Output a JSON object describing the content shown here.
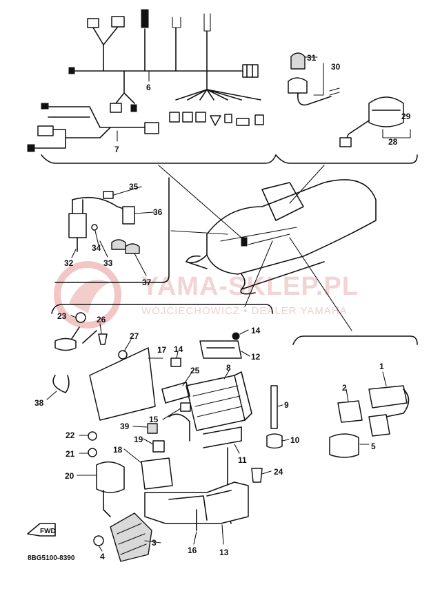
{
  "watermark": {
    "main": "YAMA-SKLEP.PL",
    "sub": "WOJCIECHOWICZ • DEALER YAMAHA",
    "color": "#e9a9a9"
  },
  "catalog_code": "8BG5100-8390",
  "front_marker": "FWD",
  "part_numbers": [
    "1",
    "2",
    "3",
    "4",
    "5",
    "6",
    "7",
    "8",
    "9",
    "10",
    "11",
    "12",
    "13",
    "14",
    "14",
    "15",
    "16",
    "17",
    "18",
    "19",
    "20",
    "21",
    "22",
    "23",
    "24",
    "25",
    "26",
    "27",
    "28",
    "29",
    "30",
    "31",
    "32",
    "33",
    "34",
    "35",
    "36",
    "37",
    "38",
    "39"
  ]
}
